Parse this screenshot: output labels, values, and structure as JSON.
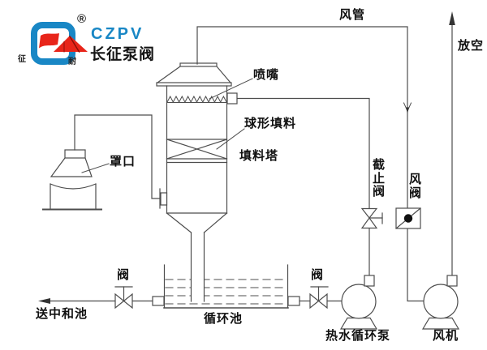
{
  "logo": {
    "brand": "CZPV",
    "company": "长征泵阀",
    "registered": "®",
    "char_left": "征",
    "char_right": "耐"
  },
  "labels": {
    "duct": "风管",
    "vent": "放空",
    "spray_nozzle": "喷嘴",
    "spherical_packing": "球形填料",
    "packed_tower": "填料塔",
    "hood": "罩口",
    "stop_valve": "截止阀",
    "air_damper": "风阀",
    "drain_valve": "阀",
    "to_neutralization_pool": "送中和池",
    "circulation_pool": "循环池",
    "pump_inlet_valve": "阀",
    "hot_water_pump": "热水循环泵",
    "fan": "风机"
  },
  "colors": {
    "line": "#4d4d4d",
    "label_text": "#111111",
    "logo_blue": "#1987c5",
    "logo_red": "#e8251a",
    "logo_dark_red": "#8b1008",
    "background": "#ffffff"
  }
}
